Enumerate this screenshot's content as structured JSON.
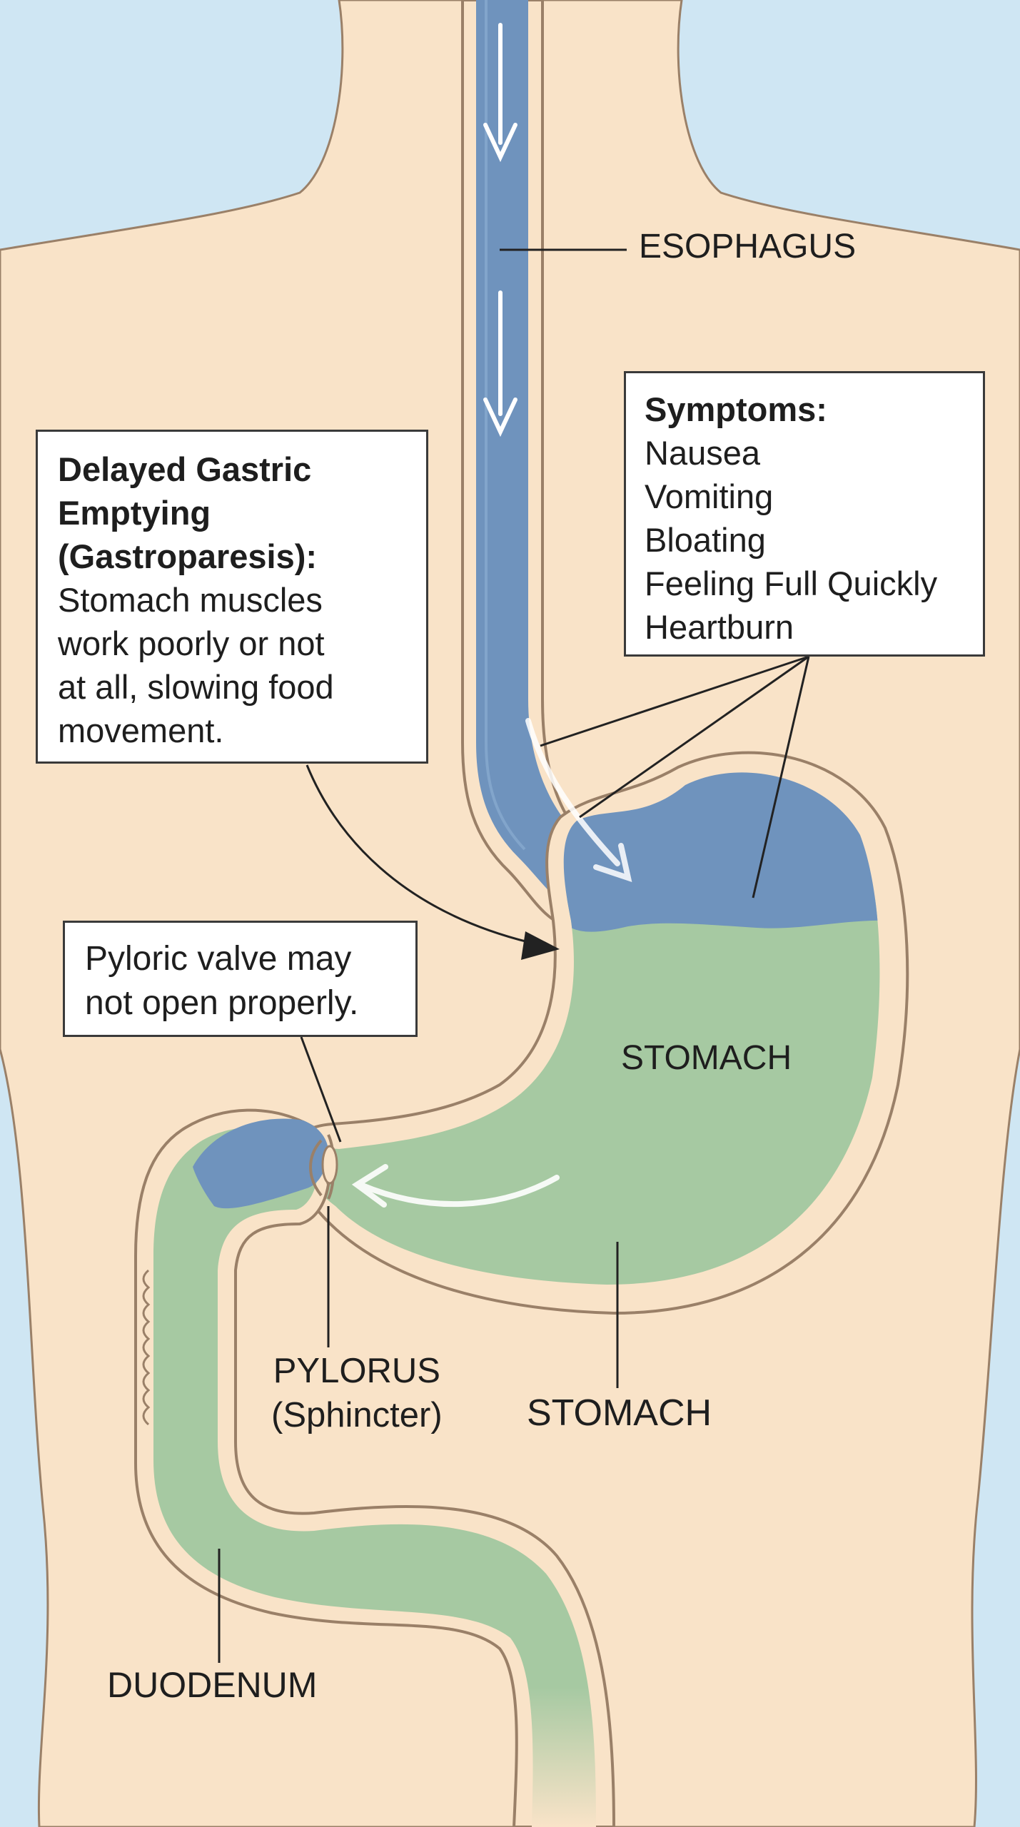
{
  "labels": {
    "esophagus": "ESOPHAGUS",
    "stomach_inner": "STOMACH",
    "stomach_lower": "STOMACH",
    "pylorus": "PYLORUS",
    "pylorus_sub": "(Sphincter)",
    "duodenum": "DUODENUM"
  },
  "gastroparesis_box": {
    "heading_lines": [
      "Delayed Gastric",
      "Emptying",
      "(Gastroparesis):"
    ],
    "body_lines": [
      "Stomach muscles",
      "work poorly or not",
      "at all, slowing food",
      "movement."
    ]
  },
  "symptoms_box": {
    "heading": "Symptoms:",
    "items": [
      "Nausea",
      "Vomiting",
      "Bloating",
      "Feeling Full Quickly",
      "Heartburn"
    ]
  },
  "pyloric_box": {
    "lines": [
      "Pyloric valve may",
      "not open properly."
    ]
  },
  "colors": {
    "background": "#cfe6f3",
    "skin": "#f9e3c8",
    "outline": "#9a8068",
    "fluid_blue": "#6f93bd",
    "content_green": "#a6c9a2",
    "leader_line": "#222222"
  }
}
